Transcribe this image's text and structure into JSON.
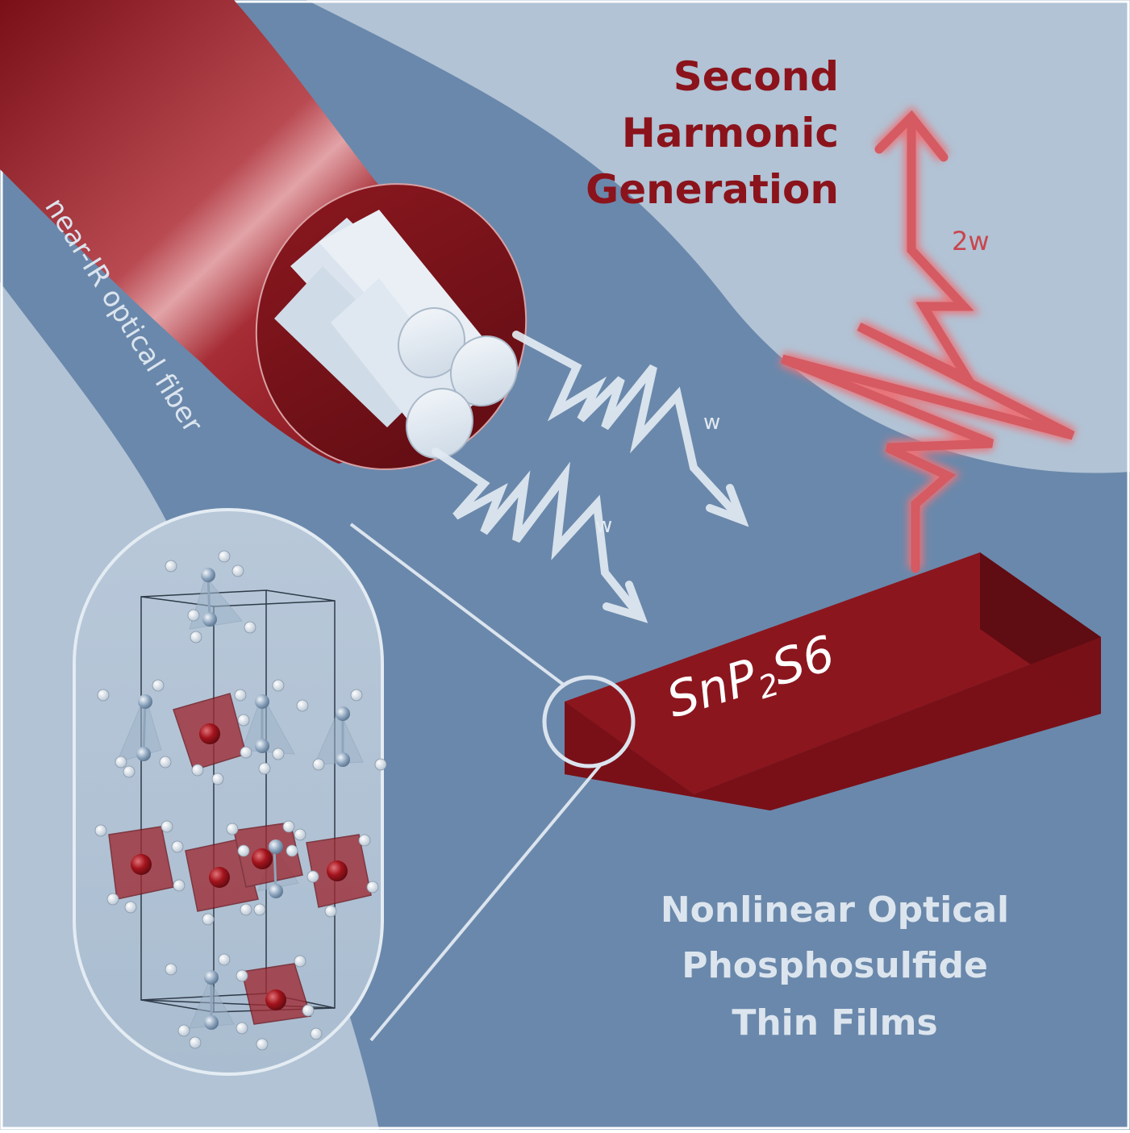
{
  "title": {
    "lines": [
      "Second",
      "Harmonic",
      "Generation"
    ]
  },
  "fiber_label": "near-IR optical fiber",
  "fundamental_labels": [
    "w",
    "w"
  ],
  "harmonic_label": "2w",
  "crystal_label": {
    "base": "SnP",
    "sub": "2",
    "rest": "S6"
  },
  "footer": {
    "lines": [
      "Nonlinear Optical",
      "Phosphosulfide",
      "Thin Films"
    ]
  },
  "colors": {
    "bg_light": "#b1c3d5",
    "bg_dark": "#6a88ab",
    "crimson": "#8b131b",
    "crimson_dark": "#5f0c12",
    "pink_wave": "#d9696f",
    "white_wave": "#e2eaf2",
    "title_red": "#8b131b",
    "footer_text": "#dce5ee"
  }
}
